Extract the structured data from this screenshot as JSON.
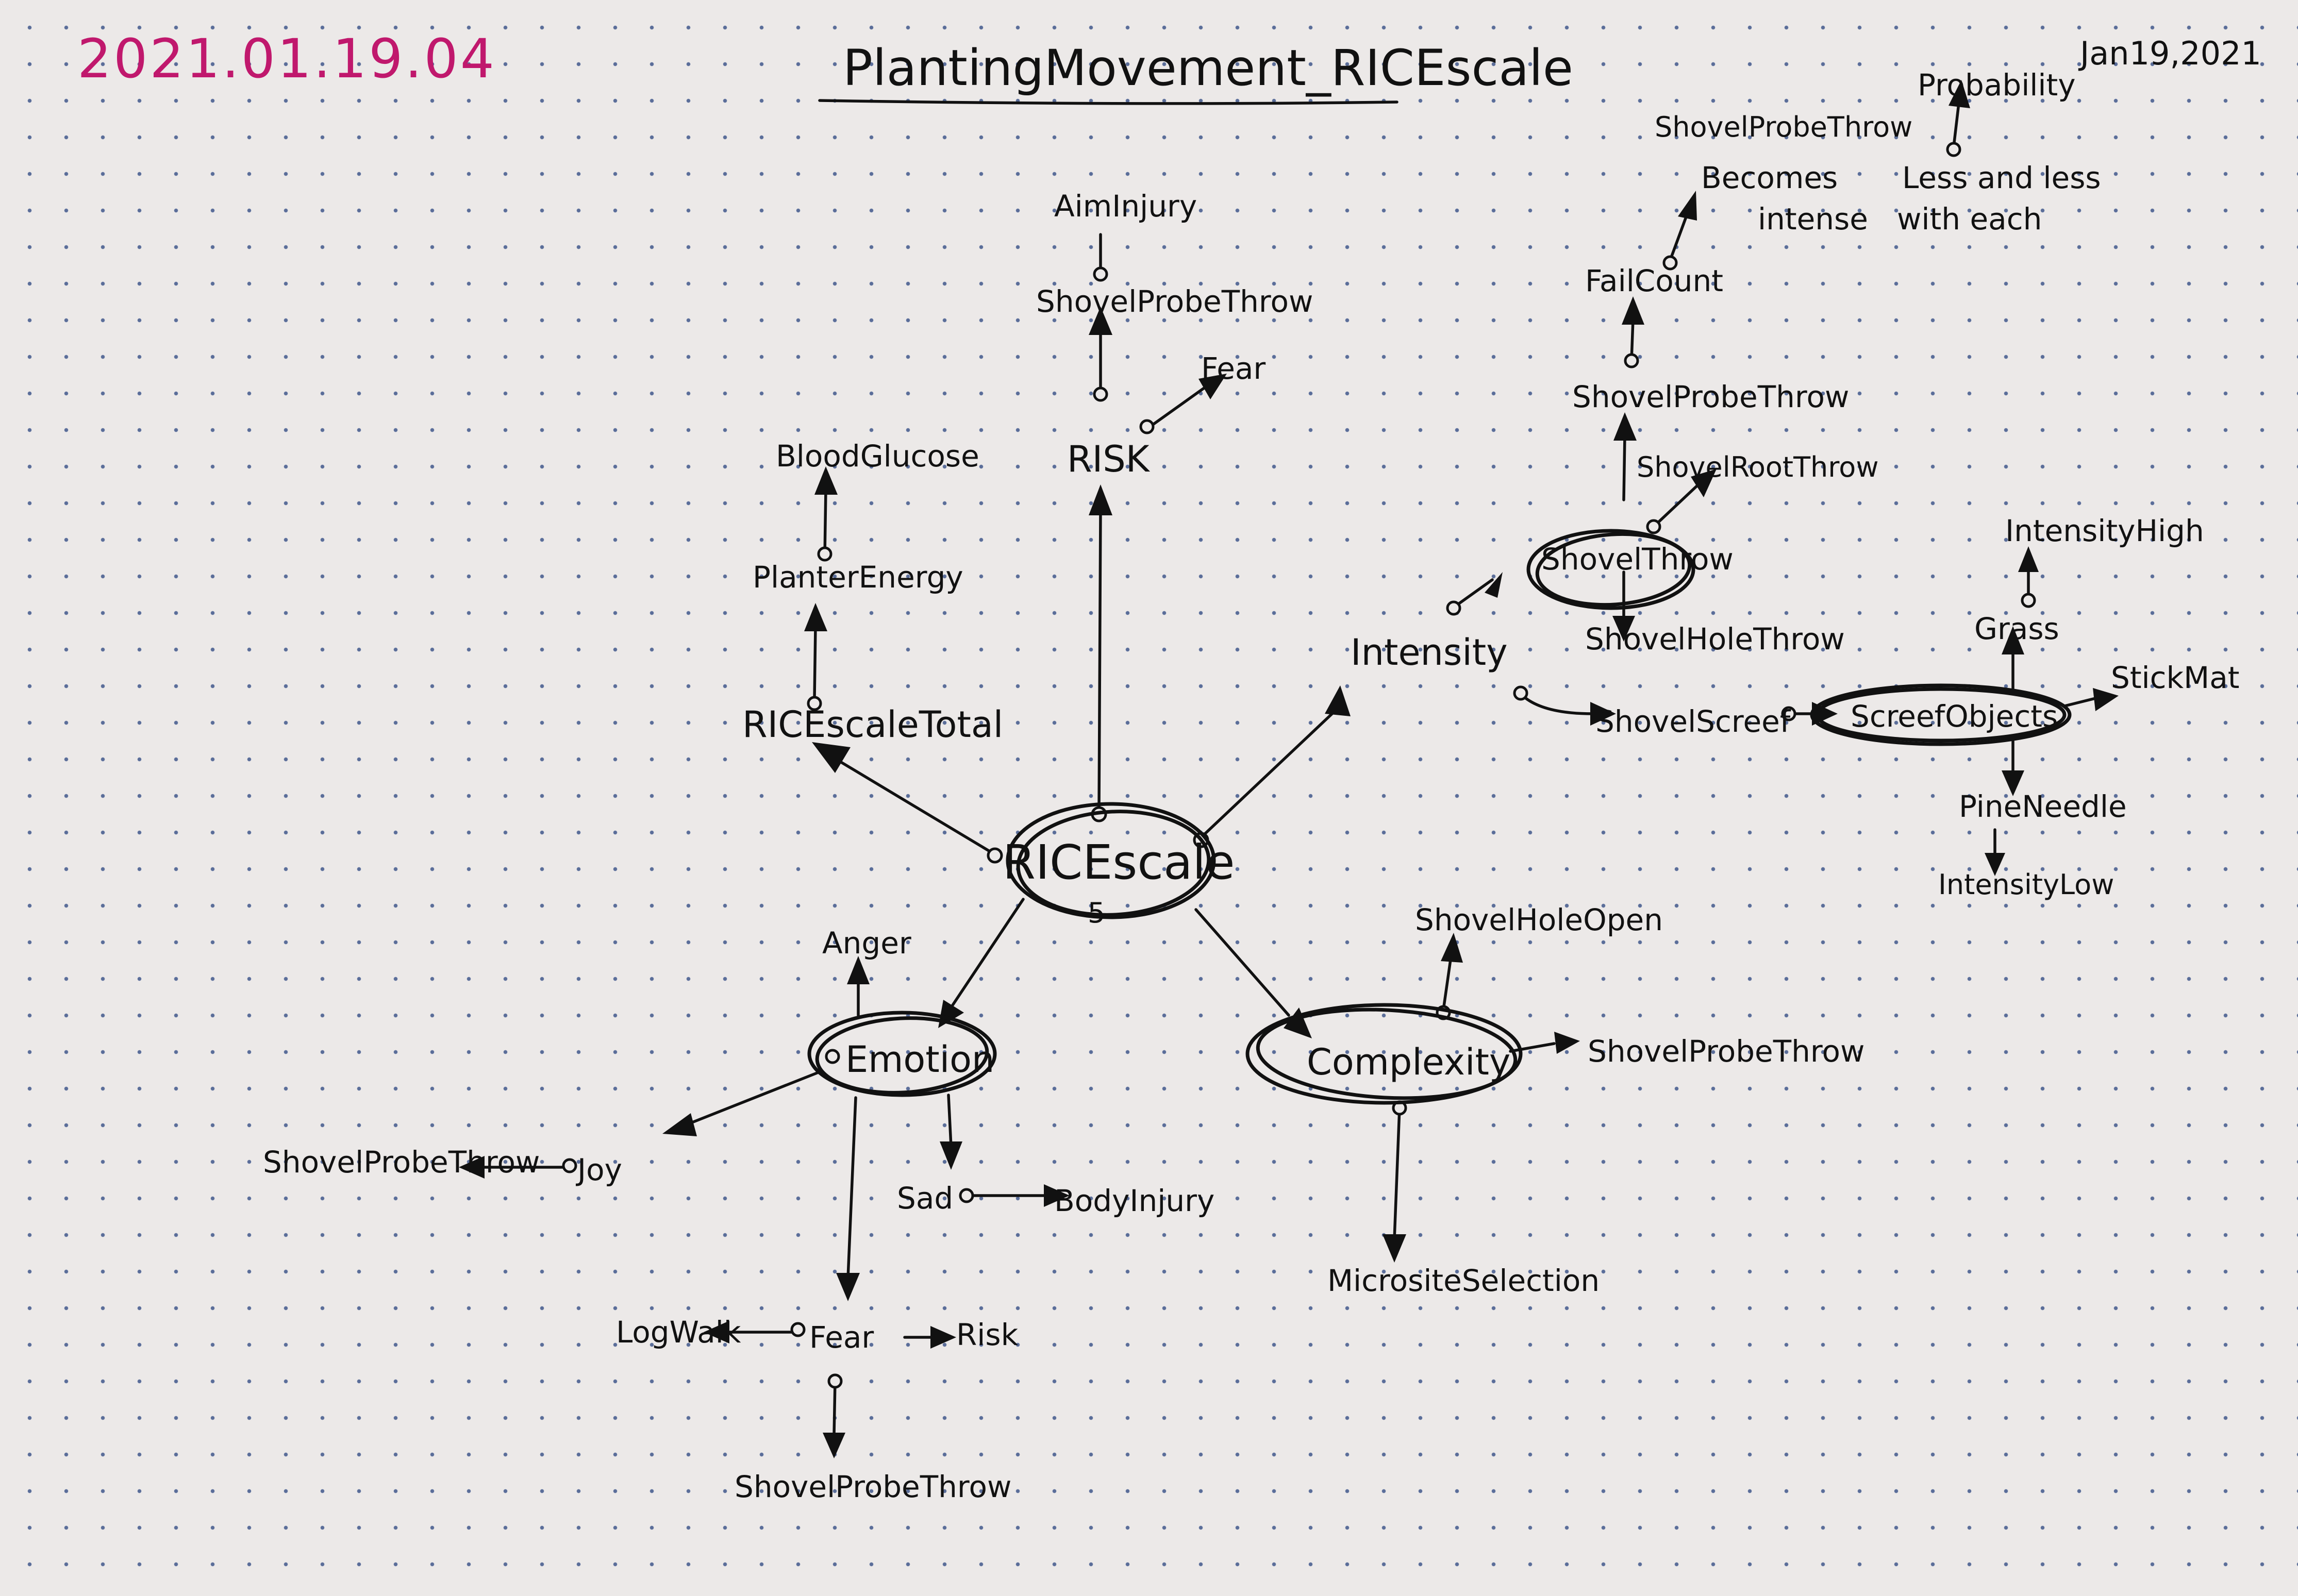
{
  "header": {
    "date": "2021.01.19.04",
    "title": "PlantingMovement_RICEscale",
    "corner_date": "Jan19,2021"
  },
  "nodes": {
    "rice_scale": "RICEscale",
    "rice_scale_total": "RICEscaleTotal",
    "planter_energy": "PlanterEnergy",
    "blood_glucose": "BloodGlucose",
    "risk": "RISK",
    "risk_fear": "Fear",
    "risk_shovel_probe_throw": "ShovelProbeThrow",
    "aim_injury": "AimInjury",
    "intensity": "Intensity",
    "shovel_throw": "ShovelThrow",
    "shovel_probe_throw_top": "ShovelProbeThrow",
    "fail_count": "FailCount",
    "planter_becomes_line1": "ShovelProbeThrow",
    "planter_becomes_line2": "Becomes",
    "planter_becomes_line3": "intense",
    "probability": "Probability",
    "less_and_less_line1": "Less and less",
    "less_and_less_line2": "with each",
    "shovel_root_throw": "ShovelRootThrow",
    "shovel_hole_throw": "ShovelHoleThrow",
    "shovel_screef": "ShovelScreef",
    "screef_objects": "ScreefObjects",
    "intensity_high": "IntensityHigh",
    "grass": "Grass",
    "stick_mat": "StickMat",
    "pine_needle": "PineNeedle",
    "intensity_low": "IntensityLow",
    "complexity": "Complexity",
    "shovel_hole_open": "ShovelHoleOpen",
    "complexity_shovel_probe_throw": "ShovelProbeThrow",
    "microsite_selection": "MicrositeSelection",
    "emotion": "Emotion",
    "anger": "Anger",
    "joy": "Joy",
    "joy_shovel_probe_throw": "ShovelProbeThrow",
    "sad": "Sad",
    "body_injury": "BodyInjury",
    "fear": "Fear",
    "log_walk": "LogWalk",
    "fear_risk": "Risk",
    "fear_shovel_probe_throw": "ShovelProbeThrow",
    "rice_count": "5"
  }
}
